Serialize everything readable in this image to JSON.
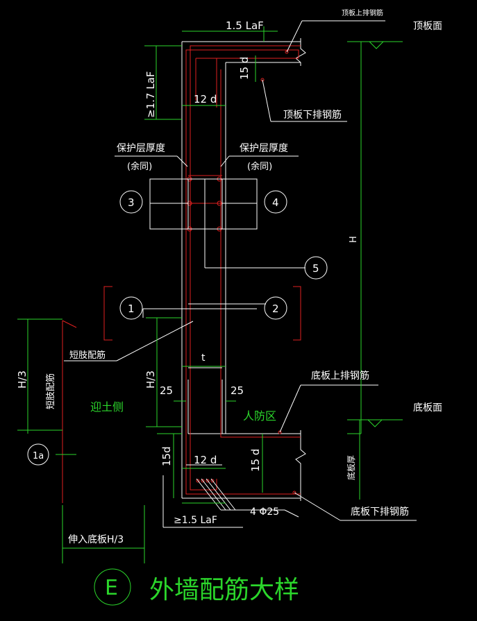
{
  "drawing": {
    "title": "外墙配筋大样",
    "title_marker": "E",
    "colors": {
      "background": "#000000",
      "line_white": "#ffffff",
      "line_green": "#2bd62b",
      "line_red": "#e02020"
    },
    "labels": {
      "top_slab_top_bar": "顶板上排钢筋",
      "top_slab_surface": "顶板面",
      "top_slab_bottom_bar": "顶板下排钢筋",
      "la_top": "1.5 LaF",
      "la_vertical": "≥1.7 LaF",
      "d15_top": "15 d",
      "d12_top": "12 d",
      "cover_left": "保护层厚度",
      "cover_left_sub": "(余同)",
      "cover_right": "保护层厚度",
      "cover_right_sub": "(余同)",
      "short_limb": "短肢配筋",
      "short_limb_vertical": "短肢配筋",
      "thickness": "t",
      "h3_left": "H/3",
      "h3_mid": "H/3",
      "height": "H",
      "cover25_left": "25",
      "cover25_right": "25",
      "soil_side": "迎土侧",
      "civil_defense": "人防区",
      "bottom_slab_top_bar": "底板上排钢筋",
      "bottom_slab_surface": "底板面",
      "bottom_slab_thickness": "底板厚",
      "d15_bottom_left": "15d",
      "d12_bottom": "12 d",
      "d15_bottom_right": "15 d",
      "bars": "4 Φ25",
      "la_bottom": "≥1.5 LaF",
      "bottom_slab_bottom_bar": "底板下排钢筋",
      "extend": "伸入底板H/3"
    },
    "markers": [
      "1",
      "2",
      "3",
      "4",
      "5",
      "1a"
    ]
  }
}
